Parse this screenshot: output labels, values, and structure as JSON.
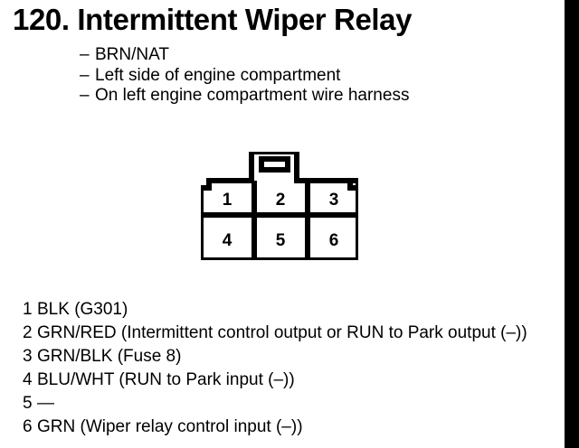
{
  "document": {
    "title": "120. Intermittent Wiper Relay",
    "description_lines": [
      {
        "dash": "–",
        "text": "BRN/NAT"
      },
      {
        "dash": "–",
        "text": "Left side of engine compartment"
      },
      {
        "dash": "–",
        "text": "On left engine compartment wire harness"
      }
    ]
  },
  "connector": {
    "name": "6-pin connector face view",
    "pin_rows": [
      [
        "1",
        "2",
        "3"
      ],
      [
        "4",
        "5",
        "6"
      ]
    ]
  },
  "pin_legend": [
    {
      "num": "1",
      "text": "BLK (G301)"
    },
    {
      "num": "2",
      "text": "GRN/RED (Intermittent control output or RUN to Park output (–))"
    },
    {
      "num": "3",
      "text": "GRN/BLK (Fuse 8)"
    },
    {
      "num": "4",
      "text": "BLU/WHT (RUN to Park input (–))"
    },
    {
      "num": "5",
      "text": "—"
    },
    {
      "num": "6",
      "text": "GRN (Wiper relay control input (–))"
    }
  ],
  "colors": {
    "ink": "#000000",
    "paper": "#ffffff",
    "gutter": "#000000"
  }
}
